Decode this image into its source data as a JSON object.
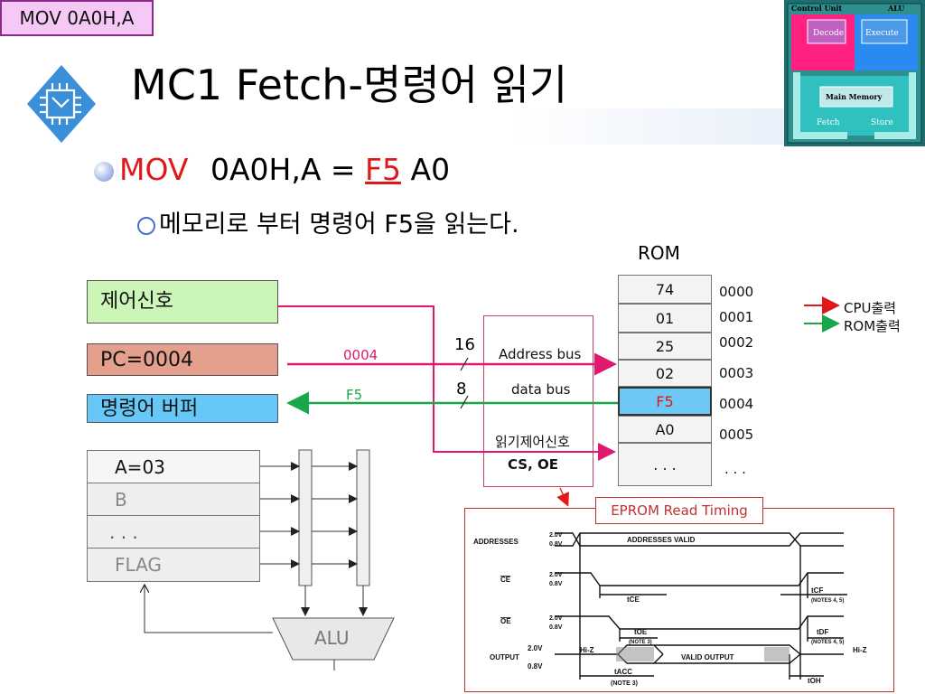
{
  "tag": "MOV  0A0H,A",
  "title": "MC1 Fetch-명령어 읽기",
  "cpu_diagram": {
    "control_unit": "Control Unit",
    "alu": "ALU",
    "decode": "Decode",
    "execute": "Execute",
    "main_memory": "Main Memory",
    "fetch": "Fetch",
    "store": "Store"
  },
  "bullet1": {
    "mov": "MOV",
    "operand": "0A0H,A  =",
    "f5": "F5",
    "a0": "A0"
  },
  "bullet2": "메모리로 부터 명령어 F5을 읽는다.",
  "rom_label": "ROM",
  "rom_cells": [
    "74",
    "01",
    "25",
    "02",
    "F5",
    "A0",
    ". . ."
  ],
  "rom_addrs": [
    "0000",
    "0001",
    "0002",
    "0003",
    "0004",
    "0005",
    ". . ."
  ],
  "left_boxes": {
    "control": "제어신호",
    "pc": "PC=0004",
    "ibuf": "명령어 버퍼"
  },
  "bus": {
    "addr_value": "0004",
    "data_value": "F5",
    "addr_width": "16",
    "data_width": "8",
    "address_bus": "Address bus",
    "data_bus": "data bus",
    "read_ctrl": "읽기제어신호",
    "cs_oe": "CS, OE"
  },
  "legend": {
    "cpu": "CPU출력",
    "rom": "ROM출력"
  },
  "registers": [
    "A=03",
    "B",
    ". . .",
    "FLAG"
  ],
  "alu": "ALU",
  "timing": {
    "title": "EPROM Read Timing",
    "signals": [
      "ADDRESSES",
      "CE",
      "OE",
      "OUTPUT"
    ],
    "levels": [
      "2.0V",
      "0.8V"
    ],
    "addresses_valid": "ADDRESSES VALID",
    "hiz": "Hi-Z",
    "valid_output": "VALID OUTPUT",
    "tce": "tCE",
    "toe": "tOE",
    "toe_note": "(NOTE 3)",
    "tcf": "tCF",
    "tcf_note": "(NOTES 4, 5)",
    "tdf": "tDF",
    "tdf_note": "(NOTES 4, 5)",
    "tacc": "tACC",
    "tacc_note": "(NOTE 3)",
    "toh": "tOH"
  },
  "colors": {
    "cpu_out": "#e0186e",
    "rom_out": "#18a84a",
    "f5_red": "#e01818"
  }
}
